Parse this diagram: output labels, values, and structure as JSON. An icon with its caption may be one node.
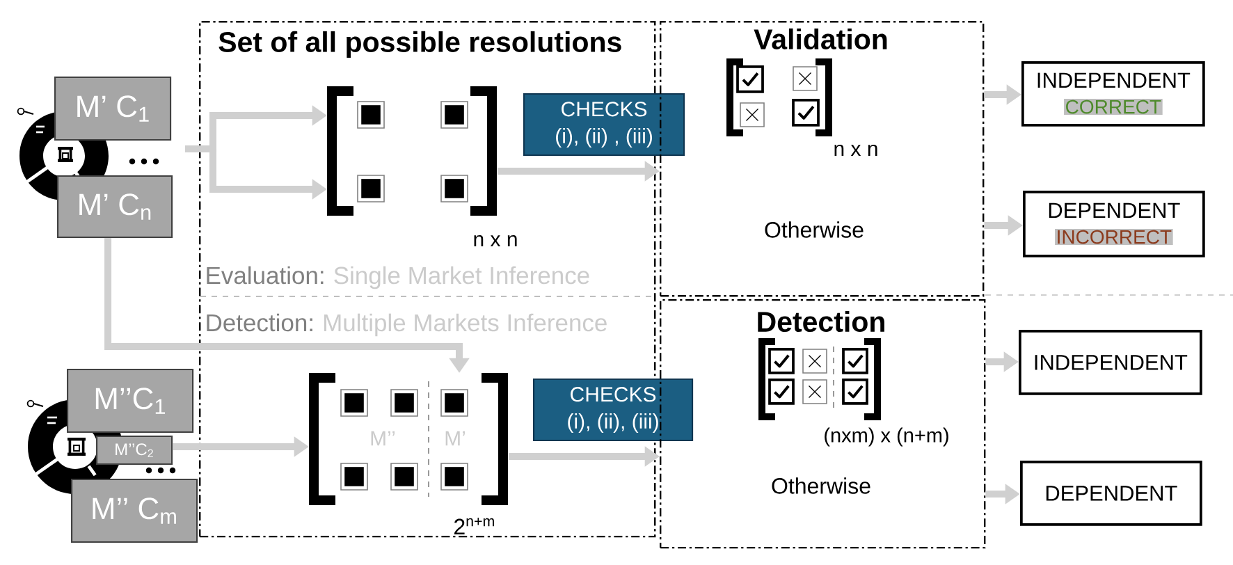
{
  "diagram": {
    "nodes": [
      {
        "text": [
          "M’ C$_{1}$"
        ]
      },
      {
        "text": [
          "M’ C$_{n}$"
        ]
      },
      {
        "text": [
          "Set of all possible resolutions"
        ]
      },
      {
        "text": [],
        "shape": "picture",
        "in": 2,
        "beside": [
          "n x n"
        ]
      },
      {
        "text": [
          "CHECKS",
          "(i), (ii) , (iii)"
        ],
        "in": 2
      },
      {
        "text": [
          "Validation",
          "Otherwise"
        ]
      },
      {
        "text": [],
        "shape": "picture",
        "in": 5,
        "beside": [
          "n x n"
        ]
      },
      {
        "text": [
          "INDEPENDENT",
          "CORRECT"
        ]
      },
      {
        "text": [
          "DEPENDENT",
          "INCORRECT"
        ]
      },
      {
        "text": [
          "M’’C$_{1}$"
        ]
      },
      {
        "text": [
          "M’’C$_{2}$"
        ]
      },
      {
        "text": [
          "M’’ C$_{m}$"
        ]
      },
      {
        "text": [
          "M’’",
          "M’"
        ],
        "in": 2,
        "beside": [
          "2$^{n+m}$"
        ]
      },
      {
        "text": [
          "CHECKS",
          "(i), (ii), (iii)"
        ],
        "in": 2
      },
      {
        "text": [
          "Detection",
          "Otherwise"
        ]
      },
      {
        "text": [],
        "shape": "picture",
        "in": 14,
        "beside": [
          "(nxm) x (n+m)"
        ]
      },
      {
        "text": [
          "INDEPENDENT"
        ]
      },
      {
        "text": [
          "DEPENDENT"
        ]
      }
    ],
    "edges": [
      {
        "from": null,
        "to": 3,
        "arrow": "to"
      },
      {
        "from": null,
        "to": 3,
        "arrow": "to"
      },
      {
        "from": 1,
        "to": 12,
        "arrow": "to"
      },
      {
        "from": 10,
        "to": 12,
        "arrow": "to"
      },
      {
        "from": 3,
        "to": 5,
        "arrow": "to"
      },
      {
        "from": 12,
        "to": 14,
        "arrow": "to"
      },
      {
        "from": 5,
        "to": 7,
        "arrow": "to"
      },
      {
        "from": 5,
        "to": 8,
        "arrow": "to"
      },
      {
        "from": 14,
        "to": 16,
        "arrow": "to"
      },
      {
        "from": 14,
        "to": 17,
        "arrow": "to"
      }
    ],
    "labels": [
      "Evaluation:",
      "Single Market Inference",
      "Detection:",
      "Multiple Markets Inference"
    ]
  }
}
